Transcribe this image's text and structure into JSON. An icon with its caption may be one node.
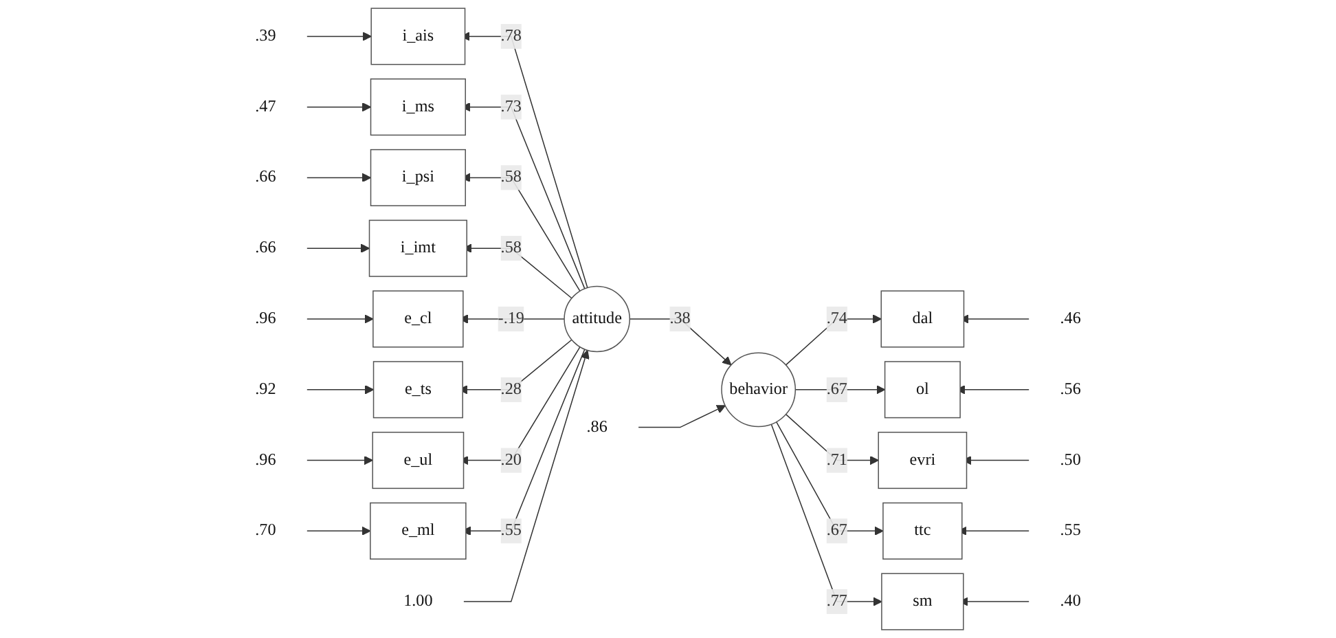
{
  "diagram": {
    "nodes": [
      {
        "text": [
          ".39"
        ]
      },
      {
        "text": [
          ".47"
        ]
      },
      {
        "text": [
          ".66"
        ]
      },
      {
        "text": [
          ".66"
        ]
      },
      {
        "text": [
          ".96"
        ]
      },
      {
        "text": [
          ".92"
        ]
      },
      {
        "text": [
          ".96"
        ]
      },
      {
        "text": [
          ".70"
        ]
      },
      {
        "text": [
          "i_ais"
        ]
      },
      {
        "text": [
          "i_ms"
        ]
      },
      {
        "text": [
          "i_psi"
        ]
      },
      {
        "text": [
          "i_imt"
        ]
      },
      {
        "text": [
          "e_cl"
        ]
      },
      {
        "text": [
          "e_ts"
        ]
      },
      {
        "text": [
          "e_ul"
        ]
      },
      {
        "text": [
          "e_ml"
        ]
      },
      {
        "text": [
          "1.00"
        ]
      },
      {
        "text": [
          "attitude"
        ]
      },
      {
        "text": [
          ".86"
        ]
      },
      {
        "text": [
          "behavior"
        ]
      },
      {
        "text": [
          "dal"
        ]
      },
      {
        "text": [
          "ol"
        ]
      },
      {
        "text": [
          "evri"
        ]
      },
      {
        "text": [
          "ttc"
        ]
      },
      {
        "text": [
          "sm"
        ]
      },
      {
        "text": [
          ".46"
        ]
      },
      {
        "text": [
          ".56"
        ]
      },
      {
        "text": [
          ".50"
        ]
      },
      {
        "text": [
          ".55"
        ]
      },
      {
        "text": [
          ".40"
        ]
      }
    ],
    "edges": [
      {
        "from": 0,
        "to": 8,
        "arrow": "to"
      },
      {
        "from": 1,
        "to": 9,
        "arrow": "to"
      },
      {
        "from": 2,
        "to": 10,
        "arrow": "to"
      },
      {
        "from": 3,
        "to": 11,
        "arrow": "to"
      },
      {
        "from": 4,
        "to": 12,
        "arrow": "to"
      },
      {
        "from": 5,
        "to": 13,
        "arrow": "to"
      },
      {
        "from": 6,
        "to": 14,
        "arrow": "to"
      },
      {
        "from": 7,
        "to": 15,
        "arrow": "to"
      },
      {
        "from": 17,
        "to": 8,
        "arrow": "to",
        "label": ".78"
      },
      {
        "from": 17,
        "to": 9,
        "arrow": "to",
        "label": ".73"
      },
      {
        "from": 17,
        "to": 10,
        "arrow": "to",
        "label": ".58"
      },
      {
        "from": 17,
        "to": 11,
        "arrow": "to",
        "label": ".58"
      },
      {
        "from": 17,
        "to": 12,
        "arrow": "to",
        "label": "-.19"
      },
      {
        "from": 17,
        "to": 13,
        "arrow": "to",
        "label": ".28"
      },
      {
        "from": 17,
        "to": 14,
        "arrow": "to",
        "label": ".20"
      },
      {
        "from": 17,
        "to": 15,
        "arrow": "to",
        "label": ".55"
      },
      {
        "from": 16,
        "to": 17,
        "arrow": "to"
      },
      {
        "from": 17,
        "to": 19,
        "arrow": "to",
        "label": ".38"
      },
      {
        "from": 18,
        "to": 19,
        "arrow": "to"
      },
      {
        "from": 19,
        "to": 20,
        "arrow": "to",
        "label": ".74"
      },
      {
        "from": 19,
        "to": 21,
        "arrow": "to",
        "label": ".67"
      },
      {
        "from": 19,
        "to": 22,
        "arrow": "to",
        "label": ".71"
      },
      {
        "from": 19,
        "to": 23,
        "arrow": "to",
        "label": ".67"
      },
      {
        "from": 19,
        "to": 24,
        "arrow": "to",
        "label": ".77"
      },
      {
        "from": 25,
        "to": 20,
        "arrow": "to"
      },
      {
        "from": 26,
        "to": 21,
        "arrow": "to"
      },
      {
        "from": 27,
        "to": 22,
        "arrow": "to"
      },
      {
        "from": 28,
        "to": 23,
        "arrow": "to"
      },
      {
        "from": 29,
        "to": 24,
        "arrow": "to"
      }
    ]
  }
}
